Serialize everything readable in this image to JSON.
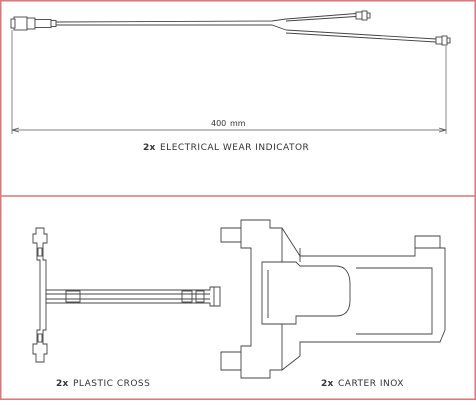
{
  "colors": {
    "frame": "#d9787a",
    "line": "#444444",
    "text": "#333333"
  },
  "sections": {
    "indicator": {
      "count": "2x",
      "name": "ELECTRICAL WEAR INDICATOR",
      "dimension_value": "400",
      "dimension_unit": "mm"
    },
    "cross": {
      "count": "2x",
      "name": "PLASTIC CROSS"
    },
    "carter": {
      "count": "2x",
      "name": "CARTER INOX"
    }
  }
}
